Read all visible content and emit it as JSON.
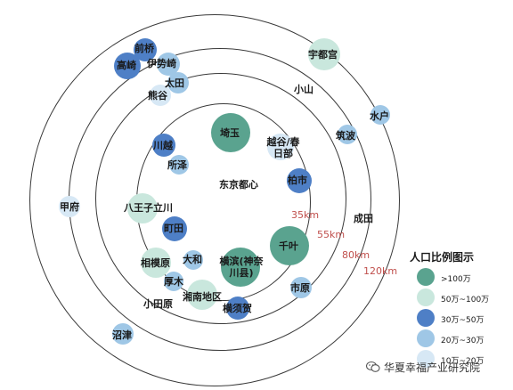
{
  "rings": [
    {
      "name": "ring-35km",
      "label": "35km"
    },
    {
      "name": "ring-55km",
      "label": "55km"
    },
    {
      "name": "ring-80km",
      "label": "80km"
    },
    {
      "name": "ring-120km",
      "label": "120km"
    }
  ],
  "center_label": "东京都心",
  "legend": {
    "title": "人口比例图示",
    "items": [
      {
        "label": ">100万",
        "color": "#5aa38f"
      },
      {
        "label": "50万~100万",
        "color": "#c9e7dd"
      },
      {
        "label": "30万~50万",
        "color": "#4e7fc6"
      },
      {
        "label": "20万~30万",
        "color": "#9fc7e6"
      },
      {
        "label": "10万~20万",
        "color": "#d7e8f5"
      }
    ]
  },
  "cities": [
    {
      "name": "前桥",
      "category": "30万~50万"
    },
    {
      "name": "高崎",
      "category": "30万~50万"
    },
    {
      "name": "伊势崎",
      "category": "20万~30万"
    },
    {
      "name": "太田",
      "category": "20万~30万"
    },
    {
      "name": "熊谷",
      "category": "10万~20万"
    },
    {
      "name": "宇都宫",
      "category": "50万~100万"
    },
    {
      "name": "小山",
      "category": ""
    },
    {
      "name": "水户",
      "category": "20万~30万"
    },
    {
      "name": "筑波",
      "category": "20万~30万"
    },
    {
      "name": "埼玉",
      "category": ">100万"
    },
    {
      "name": "川越",
      "category": "30万~50万"
    },
    {
      "name": "所泽",
      "category": "20万~30万"
    },
    {
      "name": "越谷/春日部",
      "category": "10万~20万"
    },
    {
      "name": "柏市",
      "category": "30万~50万"
    },
    {
      "name": "甲府",
      "category": "10万~20万"
    },
    {
      "name": "八王子立川",
      "category": "50万~100万"
    },
    {
      "name": "町田",
      "category": "30万~50万"
    },
    {
      "name": "成田",
      "category": ""
    },
    {
      "name": "千叶",
      "category": ">100万"
    },
    {
      "name": "相模原",
      "category": "50万~100万"
    },
    {
      "name": "大和",
      "category": "20万~30万"
    },
    {
      "name": "横滨(神奈川县)",
      "category": ">100万"
    },
    {
      "name": "厚木",
      "category": "20万~30万"
    },
    {
      "name": "湘南地区",
      "category": "50万~100万"
    },
    {
      "name": "市原",
      "category": "20万~30万"
    },
    {
      "name": "小田原",
      "category": ""
    },
    {
      "name": "横须贺",
      "category": "30万~50万"
    },
    {
      "name": "沼津",
      "category": "20万~30万"
    }
  ],
  "watermark": "华夏幸福产业研究院"
}
